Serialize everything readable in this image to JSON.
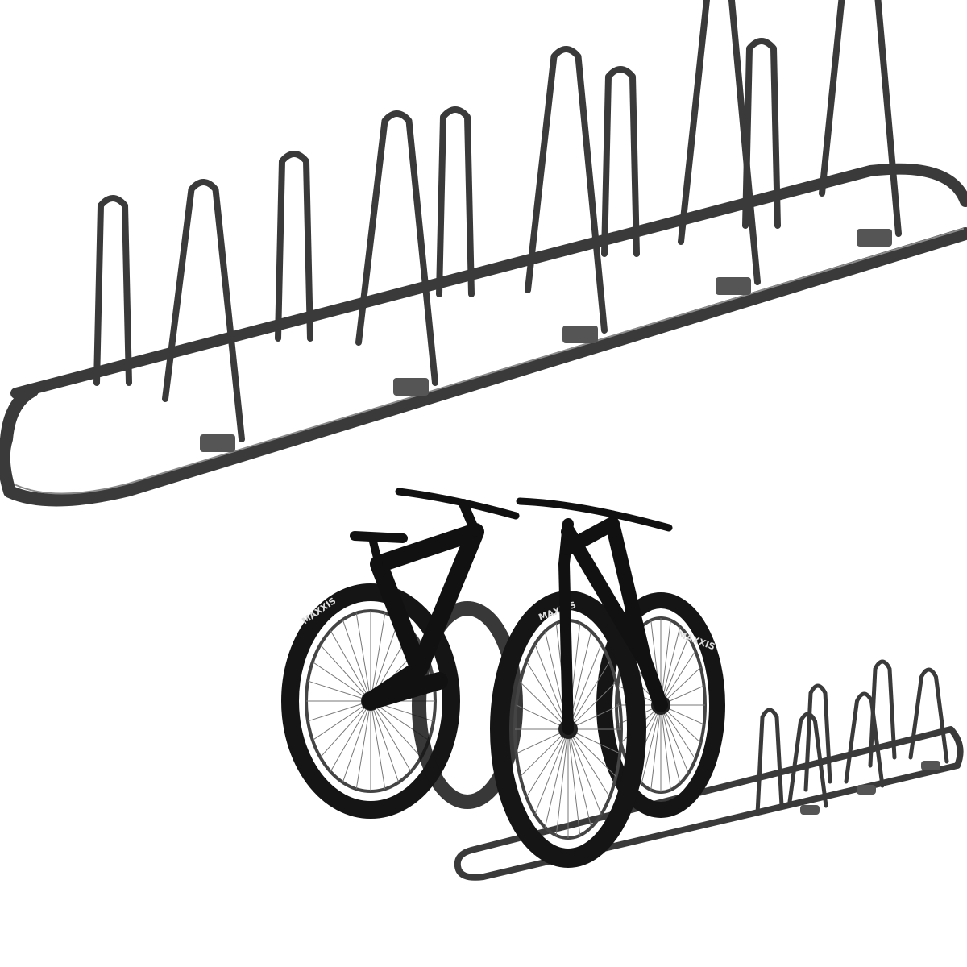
{
  "image": {
    "subject": "bike-rack-product-photo",
    "background_color": "#ffffff",
    "rack_color": "#3a3a3a",
    "bike_color": "#111111"
  },
  "tire_branding": [
    "MAXXIS",
    "MAXXIS",
    "MAXXIS"
  ]
}
